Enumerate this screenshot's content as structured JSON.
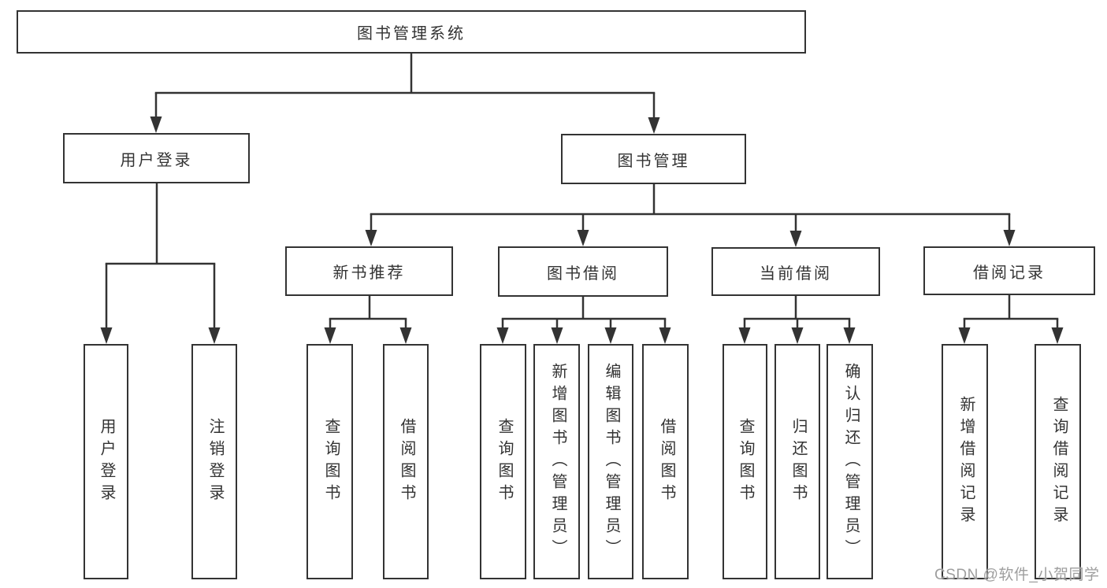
{
  "diagram": {
    "root": {
      "label": "图书管理系统"
    },
    "level1": [
      {
        "label": "用户登录"
      },
      {
        "label": "图书管理"
      }
    ],
    "level2": [
      {
        "label": "新书推荐",
        "parent": "图书管理"
      },
      {
        "label": "图书借阅",
        "parent": "图书管理"
      },
      {
        "label": "当前借阅",
        "parent": "图书管理"
      },
      {
        "label": "借阅记录",
        "parent": "图书管理"
      }
    ],
    "leaves": [
      {
        "label": "用户登录",
        "parent": "用户登录"
      },
      {
        "label": "注销登录",
        "parent": "用户登录"
      },
      {
        "label": "查询图书",
        "parent": "新书推荐"
      },
      {
        "label": "借阅图书",
        "parent": "新书推荐"
      },
      {
        "label": "查询图书",
        "parent": "图书借阅"
      },
      {
        "label": "新增图书（管理员）",
        "parent": "图书借阅"
      },
      {
        "label": "编辑图书（管理员）",
        "parent": "图书借阅"
      },
      {
        "label": "借阅图书",
        "parent": "图书借阅"
      },
      {
        "label": "查询图书",
        "parent": "当前借阅"
      },
      {
        "label": "归还图书",
        "parent": "当前借阅"
      },
      {
        "label": "确认归还（管理员）",
        "parent": "当前借阅"
      },
      {
        "label": "新增借阅记录",
        "parent": "借阅记录"
      },
      {
        "label": "查询借阅记录",
        "parent": "借阅记录"
      }
    ]
  },
  "watermark": {
    "text": "CSDN @软件_小贺同学"
  },
  "colors": {
    "line": "#333333",
    "box_fill": "#ffffff",
    "text": "#333333",
    "watermark": "#9e9e9e",
    "background": "#ffffff"
  }
}
